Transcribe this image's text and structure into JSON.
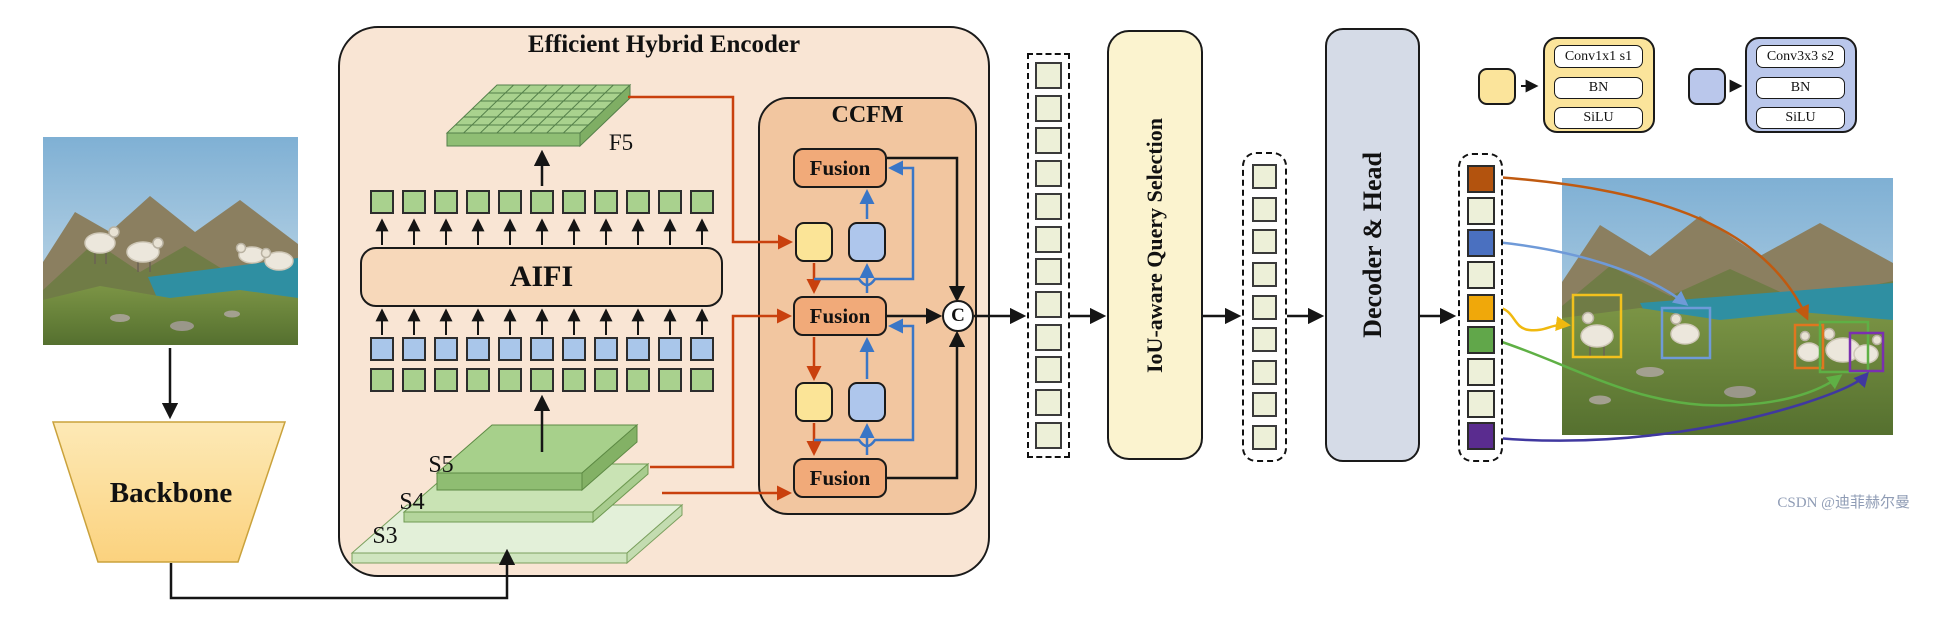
{
  "backbone": {
    "label": "Backbone"
  },
  "encoder": {
    "title": "Efficient Hybrid Encoder",
    "aifi_label": "AIFI",
    "f5_label": "F5",
    "s5_label": "S5",
    "s4_label": "S4",
    "s3_label": "S3",
    "concat_label": "C",
    "ccfm": {
      "title": "CCFM",
      "fusion_top": "Fusion",
      "fusion_mid": "Fusion",
      "fusion_bottom": "Fusion"
    }
  },
  "pipeline": {
    "query_selection_label": "IoU-aware Query Selection",
    "decoder_label": "Decoder & Head"
  },
  "tokens": {
    "encoder_sequence_count": 12,
    "selected_query_count": 9,
    "aifi_row_count": 11
  },
  "output_queries": {
    "colors": [
      "#b3530e",
      "#edf0d9",
      "#4a70c0",
      "#edf0d9",
      "#f0a80a",
      "#61a74a",
      "#edf0d9",
      "#edf0d9",
      "#5a2c8f"
    ]
  },
  "legend": {
    "conv1": {
      "title": "Conv1x1 s1",
      "bn_label": "BN",
      "act_label": "SiLU"
    },
    "conv2": {
      "title": "Conv3x3 s2",
      "bn_label": "BN",
      "act_label": "SiLU"
    }
  },
  "colors": {
    "path_red": "#c9400d",
    "path_blue": "#3a76c6",
    "encoder_bg": "#f9e5d4",
    "ccfm_bg": "#f2c6a0"
  },
  "watermark": "CSDN @迪菲赫尔曼"
}
